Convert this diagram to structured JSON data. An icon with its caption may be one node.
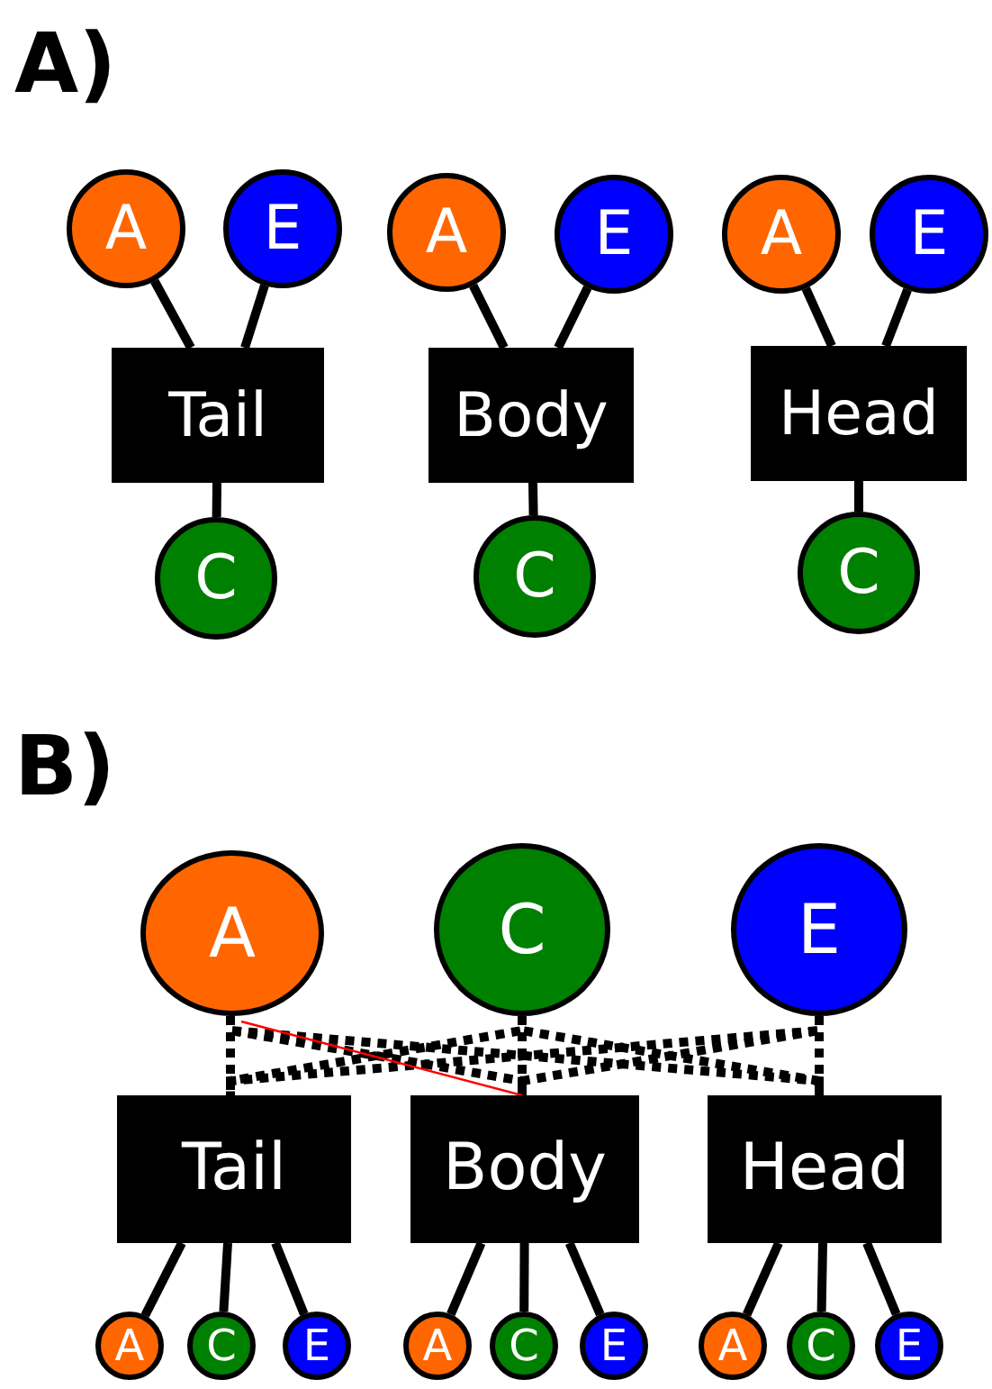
{
  "diagram": {
    "nodes": [
      {
        "text": [
          "A"
        ]
      },
      {
        "text": [
          "E"
        ]
      },
      {
        "text": [
          "A"
        ]
      },
      {
        "text": [
          "E"
        ]
      },
      {
        "text": [
          "A"
        ]
      },
      {
        "text": [
          "E"
        ]
      },
      {
        "text": [
          "Tail"
        ]
      },
      {
        "text": [
          "Body"
        ]
      },
      {
        "text": [
          "Head"
        ]
      },
      {
        "text": [
          "C"
        ]
      },
      {
        "text": [
          "C"
        ]
      },
      {
        "text": [
          "C"
        ]
      },
      {
        "text": [
          "A"
        ]
      },
      {
        "text": [
          "C"
        ]
      },
      {
        "text": [
          "E"
        ]
      },
      {
        "text": [
          "Tail"
        ]
      },
      {
        "text": [
          "Body"
        ]
      },
      {
        "text": [
          "Head"
        ]
      },
      {
        "text": [
          "A"
        ]
      },
      {
        "text": [
          "C"
        ]
      },
      {
        "text": [
          "E"
        ]
      },
      {
        "text": [
          "A"
        ]
      },
      {
        "text": [
          "C"
        ]
      },
      {
        "text": [
          "E"
        ]
      },
      {
        "text": [
          "A"
        ]
      },
      {
        "text": [
          "C"
        ]
      },
      {
        "text": [
          "E"
        ]
      }
    ],
    "edges": [
      {
        "from": 0,
        "to": 6,
        "arrow": "none"
      },
      {
        "from": 1,
        "to": 6,
        "arrow": "none"
      },
      {
        "from": 6,
        "to": 9,
        "arrow": "none"
      },
      {
        "from": 2,
        "to": 7,
        "arrow": "none"
      },
      {
        "from": 3,
        "to": 7,
        "arrow": "none"
      },
      {
        "from": 7,
        "to": 10,
        "arrow": "none"
      },
      {
        "from": 4,
        "to": 8,
        "arrow": "none"
      },
      {
        "from": 5,
        "to": 8,
        "arrow": "none"
      },
      {
        "from": 8,
        "to": 11,
        "arrow": "none"
      },
      {
        "from": 12,
        "to": 15,
        "arrow": "none",
        "style": "dashed"
      },
      {
        "from": 12,
        "to": 16,
        "arrow": "none",
        "style": "dashed"
      },
      {
        "from": 12,
        "to": 17,
        "arrow": "none",
        "style": "dashed"
      },
      {
        "from": 13,
        "to": 15,
        "arrow": "none",
        "style": "dashed"
      },
      {
        "from": 13,
        "to": 16,
        "arrow": "none",
        "style": "dashed"
      },
      {
        "from": 13,
        "to": 17,
        "arrow": "none",
        "style": "dashed"
      },
      {
        "from": 14,
        "to": 15,
        "arrow": "none",
        "style": "dashed"
      },
      {
        "from": 14,
        "to": 16,
        "arrow": "none",
        "style": "dashed"
      },
      {
        "from": 14,
        "to": 17,
        "arrow": "none",
        "style": "dashed"
      },
      {
        "from": 12,
        "to": 16,
        "arrow": "none",
        "color": "#ff0000"
      },
      {
        "from": 15,
        "to": 18,
        "arrow": "none"
      },
      {
        "from": 15,
        "to": 19,
        "arrow": "none"
      },
      {
        "from": 15,
        "to": 20,
        "arrow": "none"
      },
      {
        "from": 16,
        "to": 21,
        "arrow": "none"
      },
      {
        "from": 16,
        "to": 22,
        "arrow": "none"
      },
      {
        "from": 16,
        "to": 23,
        "arrow": "none"
      },
      {
        "from": 17,
        "to": 24,
        "arrow": "none"
      },
      {
        "from": 17,
        "to": 25,
        "arrow": "none"
      },
      {
        "from": 17,
        "to": 26,
        "arrow": "none"
      }
    ],
    "labels": [
      "A)",
      "B)"
    ]
  }
}
